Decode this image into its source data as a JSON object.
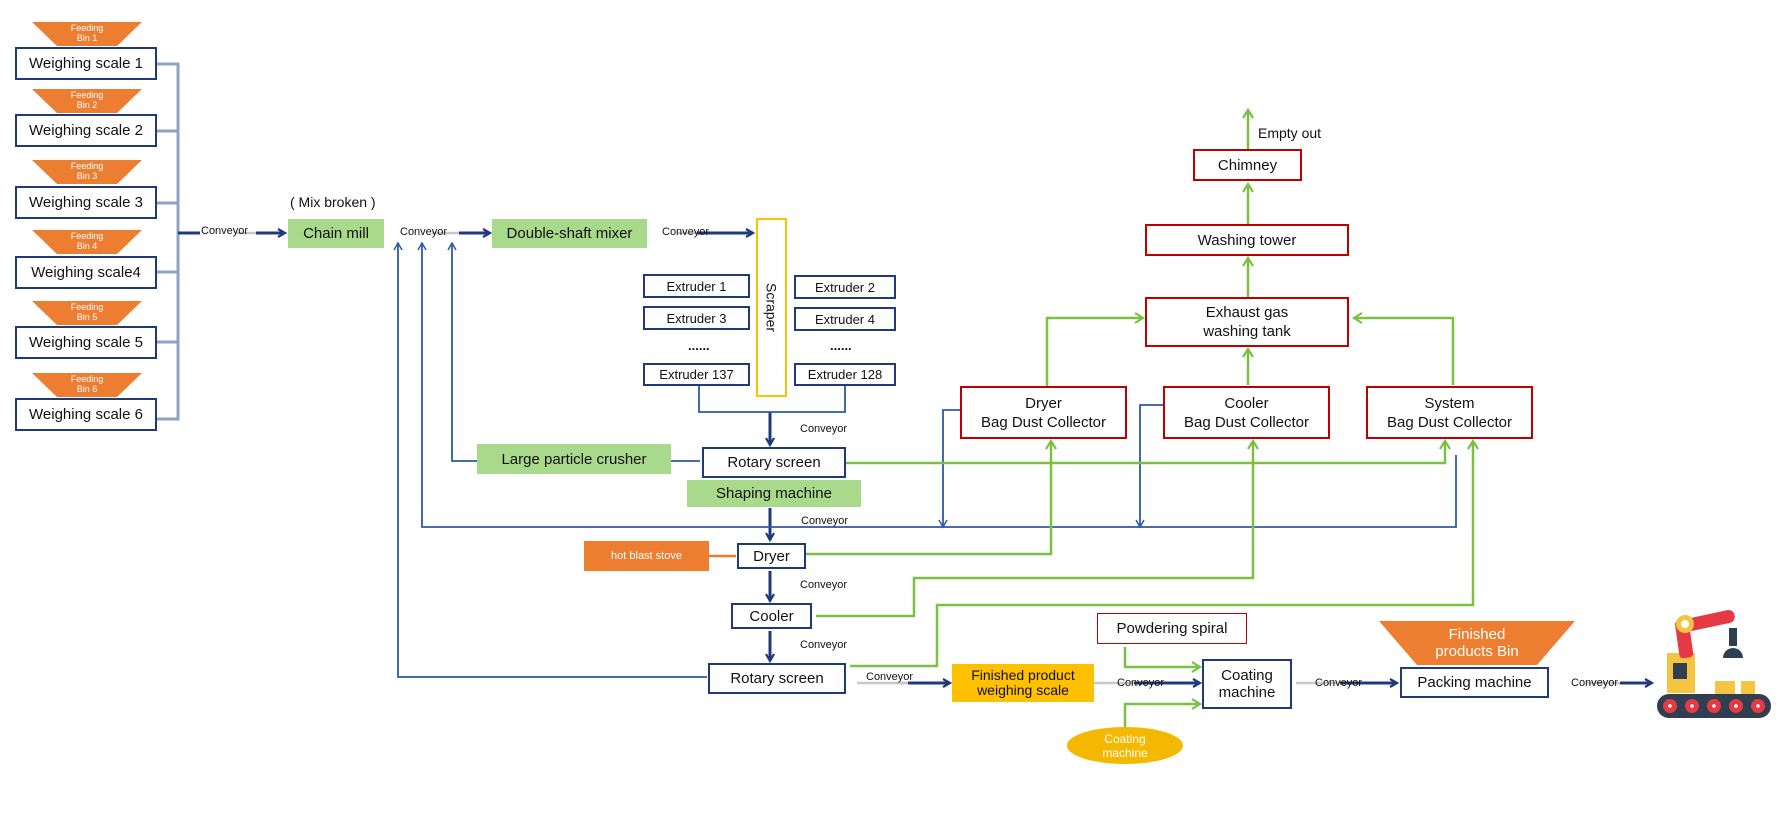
{
  "colors": {
    "blue": "#1f3a7a",
    "line_blue": "#2e5aa6",
    "green": "#7ac143",
    "gray": "#8ea3c4",
    "red": "#c00000",
    "box_green": "#a9d98a",
    "orange": "#ed7d31",
    "yellow": "#ffc000"
  },
  "feeding_bins": [
    "Feeding\nBin 1",
    "Feeding\nBin 2",
    "Feeding\nBin 3",
    "Feeding\nBin 4",
    "Feeding\nBin 5",
    "Feeding\nBin 6"
  ],
  "scales": [
    "Weighing scale 1",
    "Weighing scale 2",
    "Weighing scale 3",
    "Weighing scale4",
    "Weighing scale 5",
    "Weighing scale 6"
  ],
  "conveyor_label": "Conveyor",
  "mix_broken": "( Mix broken )",
  "chain_mill": "Chain mill",
  "mixer": "Double-shaft mixer",
  "scraper": "Scraper",
  "extruders_left": [
    "Extruder 1",
    "Extruder  3",
    "......",
    "Extruder 137"
  ],
  "extruders_right": [
    "Extruder 2",
    "Extruder 4",
    "......",
    "Extruder 128"
  ],
  "crusher": "Large particle crusher",
  "rotary_screen_1": "Rotary screen",
  "shaping_machine": "Shaping machine",
  "hot_blast_stove": "hot blast stove",
  "dryer": "Dryer",
  "cooler": "Cooler",
  "rotary_screen_2": "Rotary  screen",
  "finished_scale": "Finished product\nweighing scale",
  "powdering_spiral": "Powdering spiral",
  "coating_machine": "Coating\nmachine",
  "coating_machine_feed": "Coating\nmachine",
  "finished_bin": "Finished\nproducts Bin",
  "packing_machine": "Packing machine",
  "dryer_collector": "Dryer\nBag Dust Collector",
  "cooler_collector": "Cooler\nBag Dust Collector",
  "system_collector": "System\nBag Dust Collector",
  "washing_tank": "Exhaust gas\nwashing tank",
  "washing_tower": "Washing tower",
  "chimney": "Chimney",
  "empty_out": "Empty out",
  "robot_icon": "robot-arm-conveyor-icon"
}
